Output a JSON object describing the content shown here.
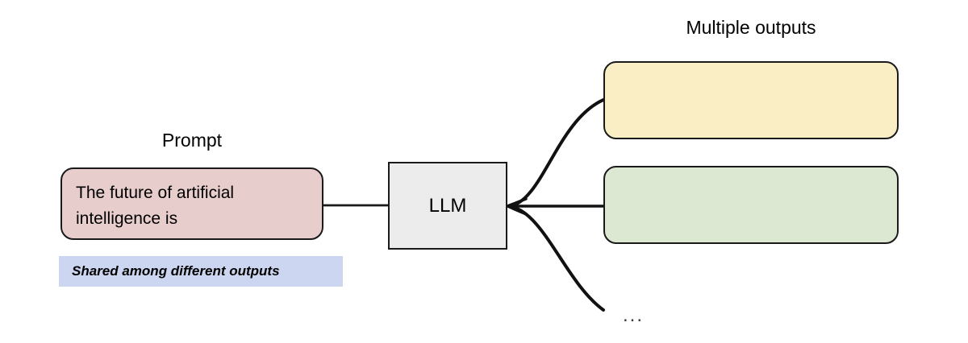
{
  "diagram": {
    "title_prompt": "Prompt",
    "title_outputs": "Multiple outputs",
    "prompt_text": "The future of artificial intelligence is",
    "shared_note": "Shared among different outputs",
    "llm_label": "LLM",
    "ellipsis": "...",
    "outputs": [
      {
        "label": "",
        "color": "#faeec4"
      },
      {
        "label": "",
        "color": "#dde8d2"
      }
    ],
    "colors": {
      "prompt_fill": "#e8cdcd",
      "llm_fill": "#ececec",
      "output_1_fill": "#faeec4",
      "output_2_fill": "#dde8d2",
      "shared_note_fill": "#ccd6f0",
      "stroke": "#1a1a1a",
      "background": "#ffffff"
    },
    "edges": [
      {
        "name": "prompt-to-llm",
        "from": "prompt-box",
        "to": "llm-box",
        "style": "straight"
      },
      {
        "name": "llm-to-output-1",
        "from": "llm-box",
        "to": "output-box-1",
        "style": "curve-up"
      },
      {
        "name": "llm-to-output-2",
        "from": "llm-box",
        "to": "output-box-2",
        "style": "straight"
      },
      {
        "name": "llm-to-ellipsis",
        "from": "llm-box",
        "to": "ellipsis",
        "style": "curve-down"
      }
    ]
  }
}
